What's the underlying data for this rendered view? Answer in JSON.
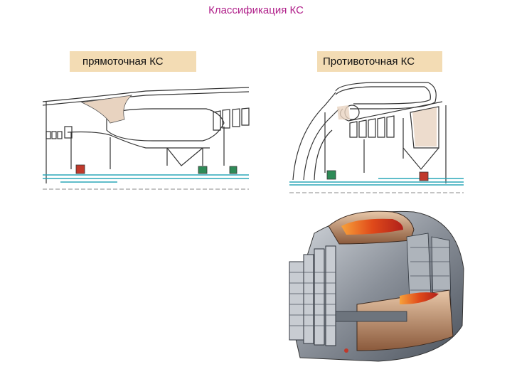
{
  "title": "Классификация КС",
  "labels": {
    "straight_flow": "прямоточная КС",
    "reverse_flow": "Противоточная КС"
  },
  "colors": {
    "title": "#b0208a",
    "label_bg": "#f3dcb4",
    "shaft": "#2aa7b8",
    "bearing_red": "#c0392b",
    "bearing_green": "#2e8b57",
    "liner_tan": "#e8d3c0",
    "flame": "#e04a1a"
  },
  "icons": [
    "straight-flow-combustor-schematic",
    "reverse-flow-combustor-schematic",
    "engine-cutaway-illustration"
  ]
}
